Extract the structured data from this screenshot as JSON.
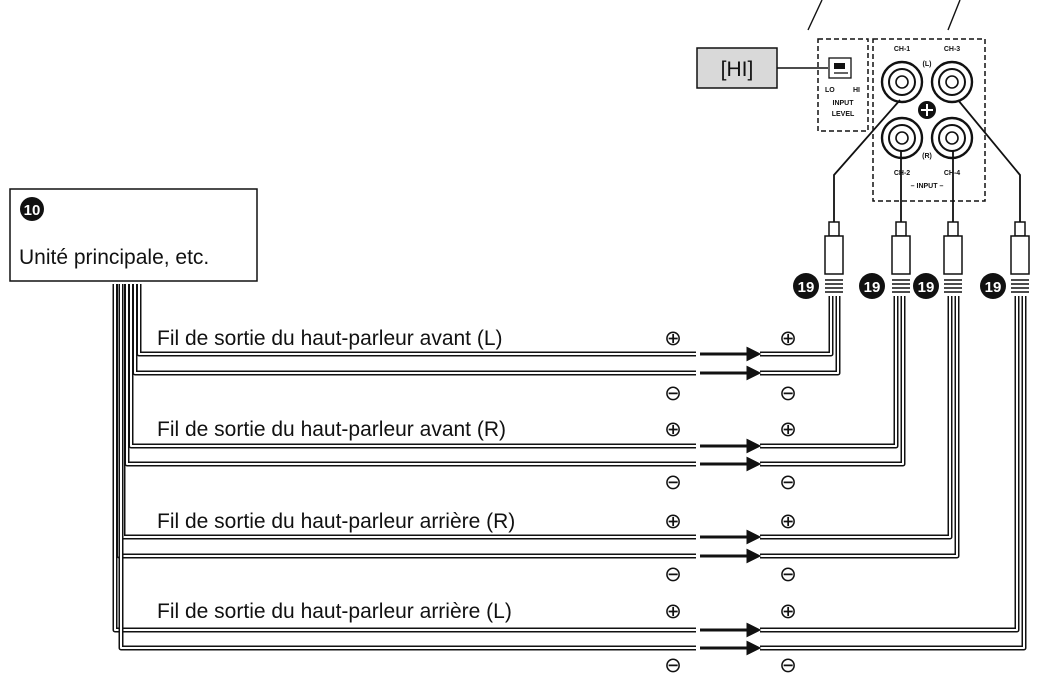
{
  "switch": {
    "callout": "[HI]",
    "lo": "LO",
    "hi": "HI",
    "caption_line1": "INPUT",
    "caption_line2": "LEVEL"
  },
  "input_panel": {
    "ch1": "CH-1",
    "ch2": "CH-2",
    "ch3": "CH-3",
    "ch4": "CH-4",
    "left": "(L)",
    "right": "(R)",
    "label": "– INPUT –"
  },
  "head_unit": {
    "number": "10",
    "label": "Unité principale, etc."
  },
  "connector_number": "19",
  "plus_symbol": "⊕",
  "minus_symbol": "⊖",
  "wires": [
    {
      "label": "Fil de sortie du haut-parleur avant (L)"
    },
    {
      "label": "Fil de sortie du haut-parleur avant (R)"
    },
    {
      "label": "Fil de sortie du haut-parleur arrière (R)"
    },
    {
      "label": "Fil de sortie du haut-parleur arrière (L)"
    }
  ],
  "colors": {
    "line": "#111111",
    "callout_fill": "#d9d9d9"
  }
}
